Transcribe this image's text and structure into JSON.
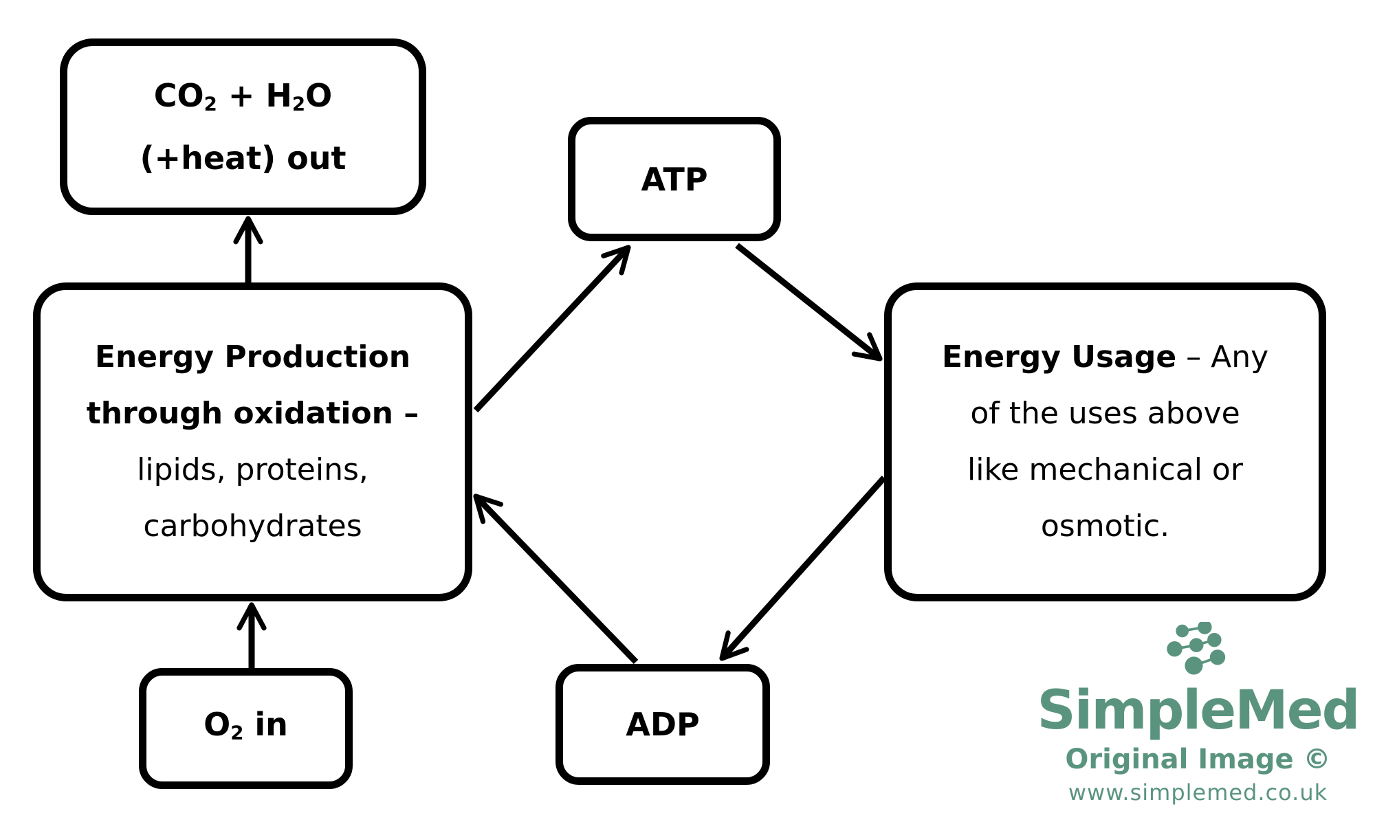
{
  "diagram": {
    "nodes": {
      "waste_out": {
        "line1_parts": [
          "CO",
          "2",
          " + H",
          "2",
          "O"
        ],
        "line2": "(+heat) out"
      },
      "atp": {
        "label": "ATP"
      },
      "energy_production": {
        "bold_line1": "Energy Production",
        "bold_line2": "through  oxidation",
        "dash": " –",
        "line3": "lipids, proteins,",
        "line4": "carbohydrates"
      },
      "energy_usage": {
        "bold": "Energy Usage",
        "line1_rest": " – Any",
        "line2": "of the uses above",
        "line3": "like mechanical or",
        "line4": "osmotic."
      },
      "oxygen_in": {
        "parts": [
          "O",
          "2",
          " in"
        ]
      },
      "adp": {
        "label": "ADP"
      }
    },
    "edges": [
      {
        "from": "energy_production",
        "to": "waste_out"
      },
      {
        "from": "oxygen_in",
        "to": "energy_production"
      },
      {
        "from": "energy_production",
        "to": "atp"
      },
      {
        "from": "atp",
        "to": "energy_usage"
      },
      {
        "from": "energy_usage",
        "to": "adp"
      },
      {
        "from": "adp",
        "to": "energy_production"
      }
    ],
    "stroke_color": "#000000"
  },
  "watermark": {
    "brand": "SimpleMed",
    "subtitle": "Original Image ©",
    "url": "www.simplemed.co.uk",
    "color": "#5a947f",
    "icon": "molecule-icon"
  }
}
